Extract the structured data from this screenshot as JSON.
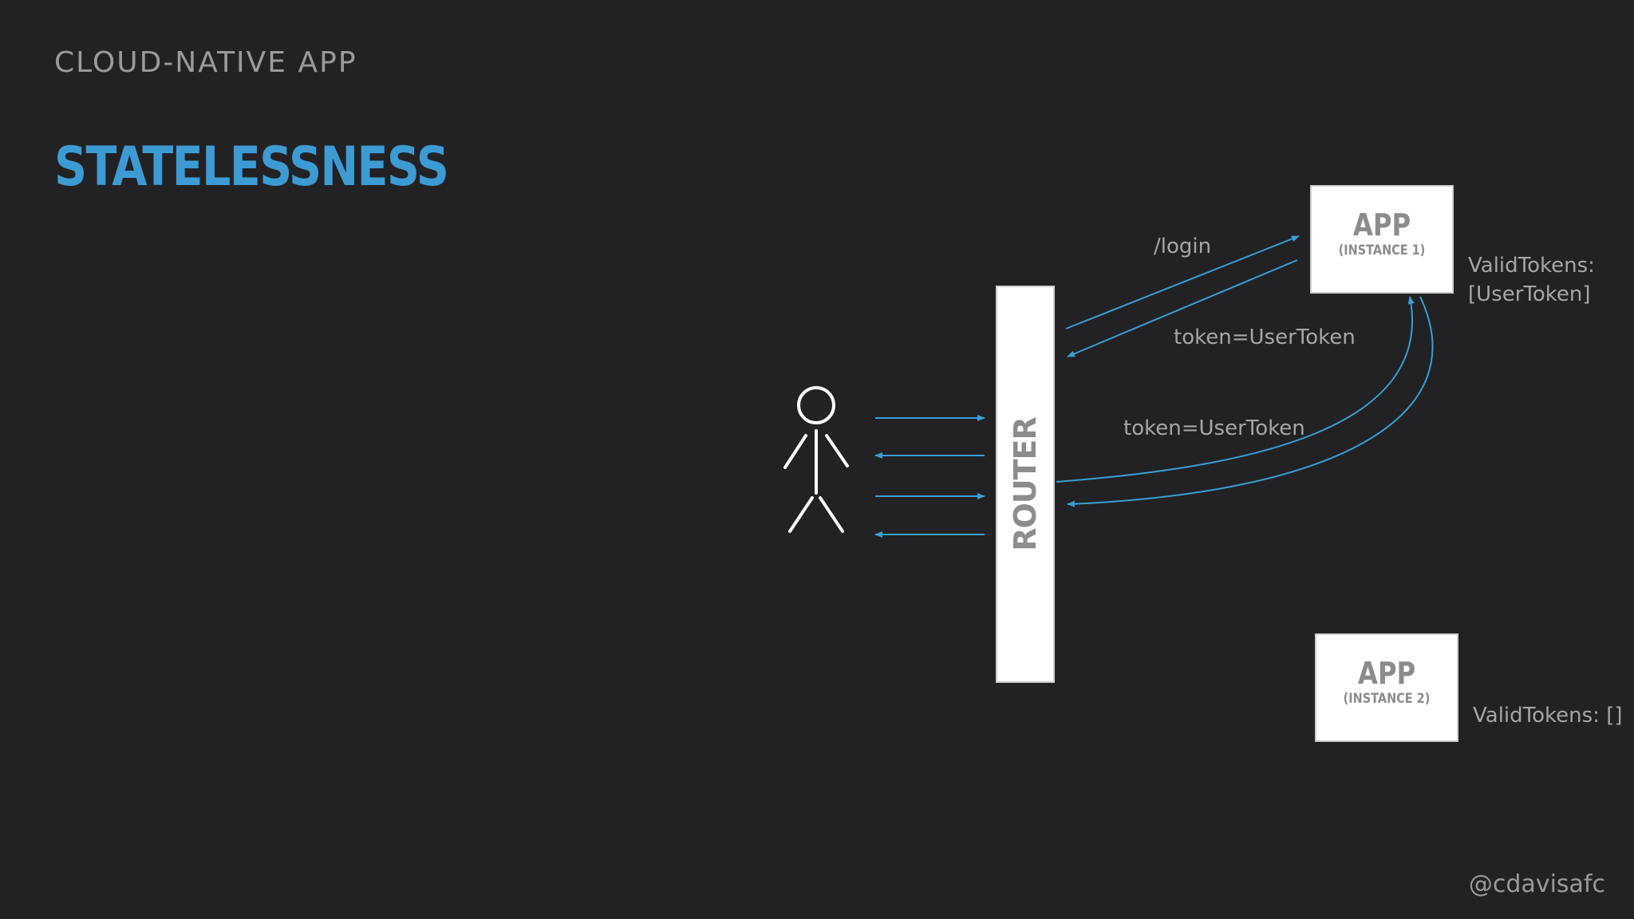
{
  "header": {
    "section": "CLOUD-NATIVE APP",
    "title": "STATELESSNESS"
  },
  "router": {
    "label": "ROUTER"
  },
  "app_instances": [
    {
      "name": "APP",
      "instance": "(INSTANCE 1)",
      "tokens_line1": "ValidTokens:",
      "tokens_line2": "[UserToken]"
    },
    {
      "name": "APP",
      "instance": "(INSTANCE 2)",
      "tokens_line1": "ValidTokens: []"
    }
  ],
  "flows": {
    "login": "/login",
    "token_response": "token=UserToken",
    "token_request": "token=UserToken"
  },
  "footer": {
    "handle": "@cdavisafc"
  },
  "colors": {
    "background": "#222224",
    "accent": "#3d9bd4",
    "arrow": "#3a9fd6",
    "box": "#ffffff",
    "text_muted": "#a6a6a6"
  },
  "icons": {
    "user": "stick-figure-icon"
  }
}
